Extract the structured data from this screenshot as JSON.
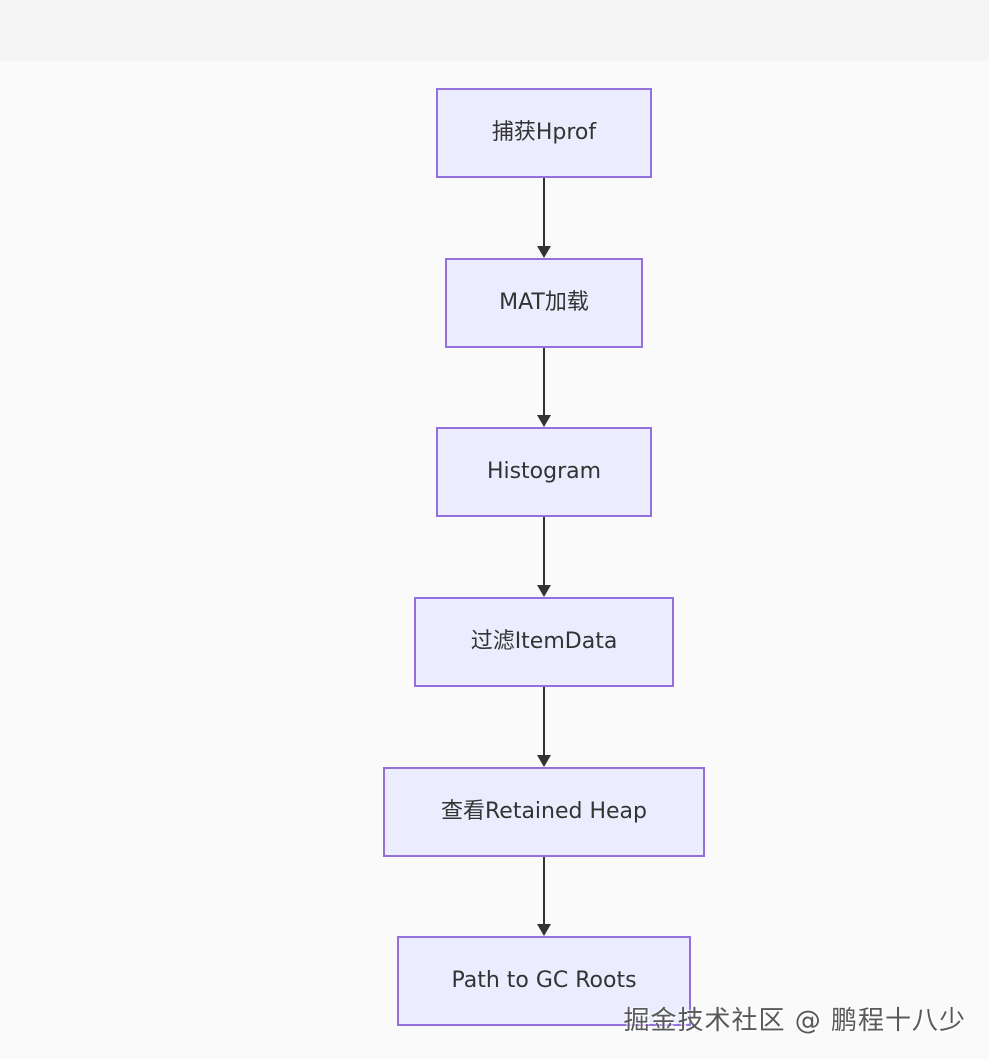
{
  "page": {
    "background_color": "#fafafa",
    "top_band_color": "#f5f5f5"
  },
  "diagram": {
    "type": "flowchart",
    "direction": "top-down",
    "nodes": [
      {
        "label": "捕获Hprof"
      },
      {
        "label": "MAT加载"
      },
      {
        "label": "Histogram"
      },
      {
        "label": "过滤ItemData"
      },
      {
        "label": "查看Retained Heap"
      },
      {
        "label": "Path to GC Roots"
      }
    ],
    "edges": [
      {
        "from": "捕获Hprof",
        "to": "MAT加载"
      },
      {
        "from": "MAT加载",
        "to": "Histogram"
      },
      {
        "from": "Histogram",
        "to": "过滤ItemData"
      },
      {
        "from": "过滤ItemData",
        "to": "查看Retained Heap"
      },
      {
        "from": "查看Retained Heap",
        "to": "Path to GC Roots"
      }
    ],
    "colors": {
      "node_fill": "#ECECFF",
      "node_border": "#9370DB",
      "node_text": "#333333",
      "arrow": "#333333"
    }
  },
  "watermark": {
    "text": "掘金技术社区 @ 鹏程十八少"
  }
}
